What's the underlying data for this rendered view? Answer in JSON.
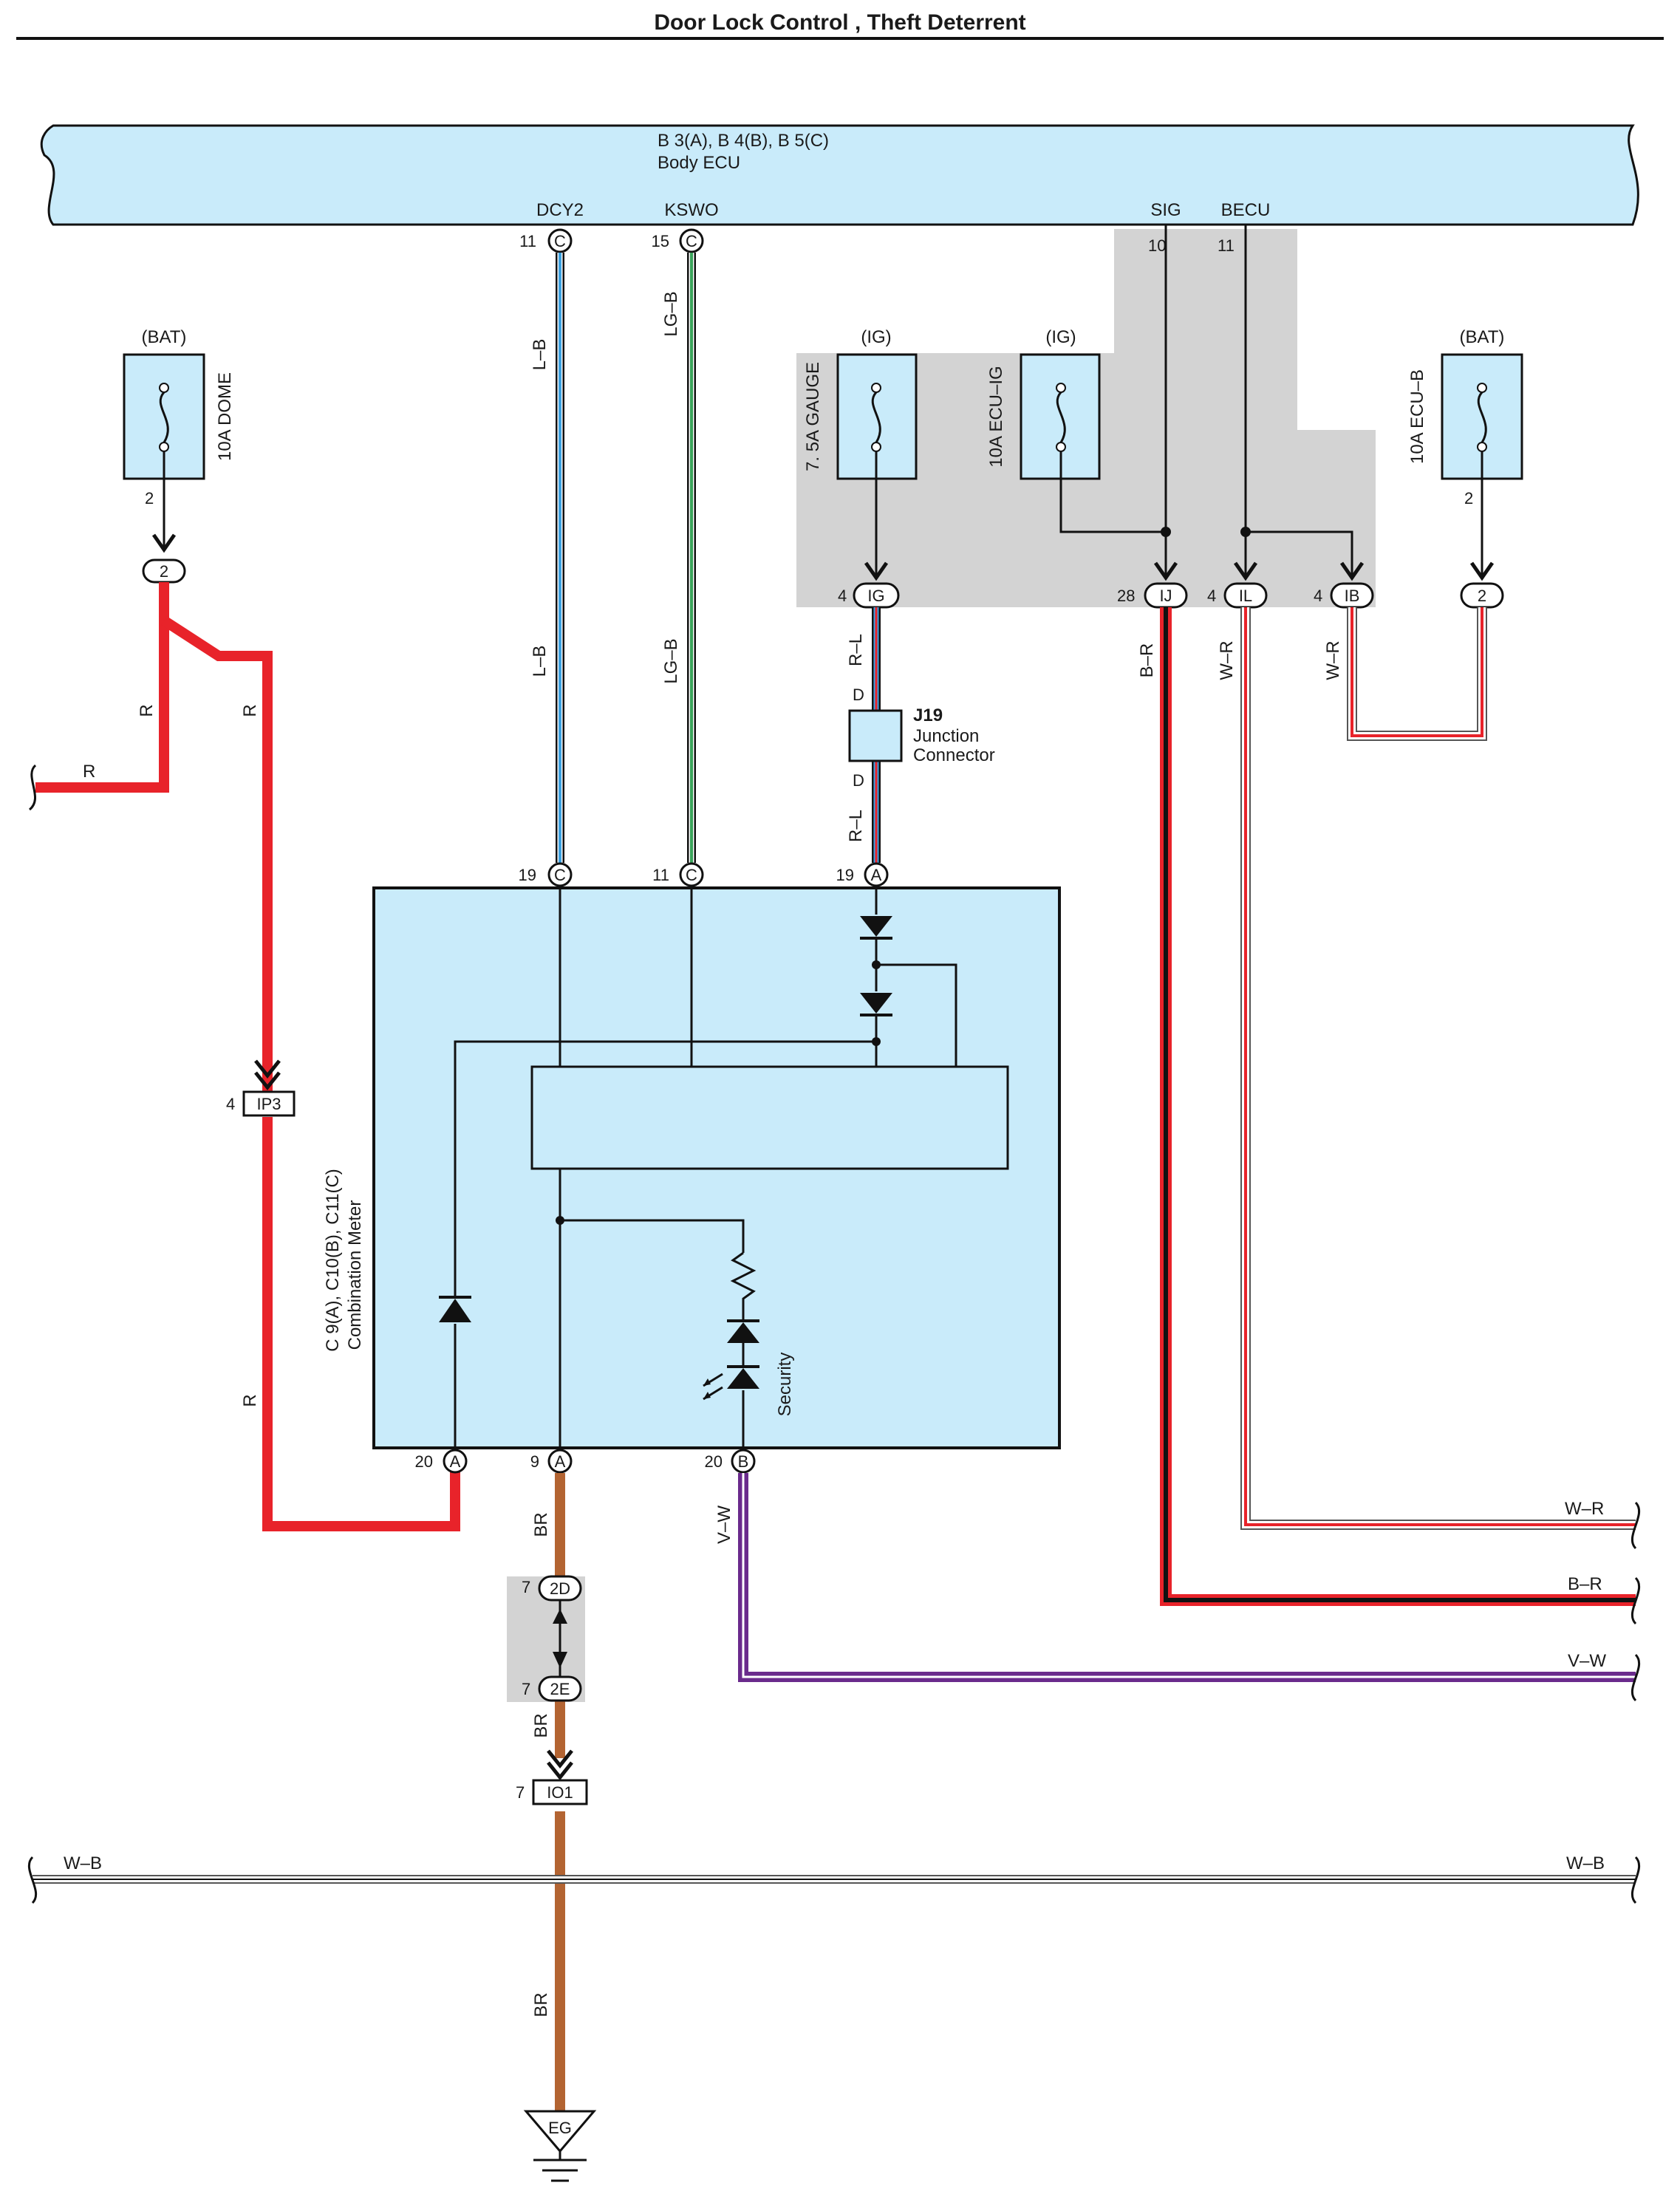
{
  "title": "Door Lock Control , Theft Deterrent",
  "colors": {
    "panel_fill": "#c9ebfa",
    "shade": "#d3d3d3",
    "red": "#e8232a",
    "blue": "#3aa0e0",
    "green": "#3aa35a",
    "black": "#111111",
    "brown": "#b36432",
    "violet": "#6a2a8c",
    "white_wire": "#ffffff"
  },
  "body_ecu": {
    "ids": "B 3(A), B 4(B), B 5(C)",
    "name": "Body ECU",
    "terminals": {
      "dcy2": {
        "name": "DCY2",
        "pin": "11",
        "conn": "C"
      },
      "kswo": {
        "name": "KSWO",
        "pin": "15",
        "conn": "C"
      },
      "sig": {
        "name": "SIG",
        "pin": "10"
      },
      "becu": {
        "name": "BECU",
        "pin": "11"
      }
    }
  },
  "fuses": {
    "dome": {
      "supply": "(BAT)",
      "name": "10A DOME",
      "pin": "2",
      "conn": "2"
    },
    "gauge": {
      "supply": "(IG)",
      "name": "7. 5A GAUGE",
      "pin": "4",
      "conn": "IG"
    },
    "ecu_ig": {
      "supply": "(IG)",
      "name": "10A ECU–IG"
    },
    "ecu_b": {
      "supply": "(BAT)",
      "name": "10A ECU–B",
      "pin": "2",
      "conn": "2"
    }
  },
  "junction": {
    "id": "J19",
    "name_line1": "Junction",
    "name_line2": "Connector",
    "pin_top": "D",
    "pin_bottom": "D"
  },
  "shaded_connectors": {
    "ij": {
      "pin": "28",
      "conn": "IJ"
    },
    "il": {
      "pin": "4",
      "conn": "IL"
    },
    "ib": {
      "pin": "4",
      "conn": "IB"
    }
  },
  "meter": {
    "ids": "C 9(A), C10(B), C11(C)",
    "name": "Combination Meter",
    "security_label": "Security",
    "top_pins": [
      {
        "pin": "19",
        "conn": "C"
      },
      {
        "pin": "11",
        "conn": "C"
      },
      {
        "pin": "19",
        "conn": "A"
      }
    ],
    "bottom_pins": [
      {
        "pin": "20",
        "conn": "A"
      },
      {
        "pin": "9",
        "conn": "A"
      },
      {
        "pin": "20",
        "conn": "B"
      }
    ]
  },
  "connectors": {
    "ip3": {
      "pin": "4",
      "name": "IP3"
    },
    "d2": {
      "pin": "7",
      "name": "2D"
    },
    "e2": {
      "pin": "7",
      "name": "2E"
    },
    "io1": {
      "pin": "7",
      "name": "IO1"
    },
    "ground": "EG"
  },
  "wires": {
    "r": "R",
    "lb": "L–B",
    "lgb": "LG–B",
    "rl": "R–L",
    "br_wire": "B–R",
    "wr": "W–R",
    "vw": "V–W",
    "br": "BR",
    "wb": "W–B"
  }
}
